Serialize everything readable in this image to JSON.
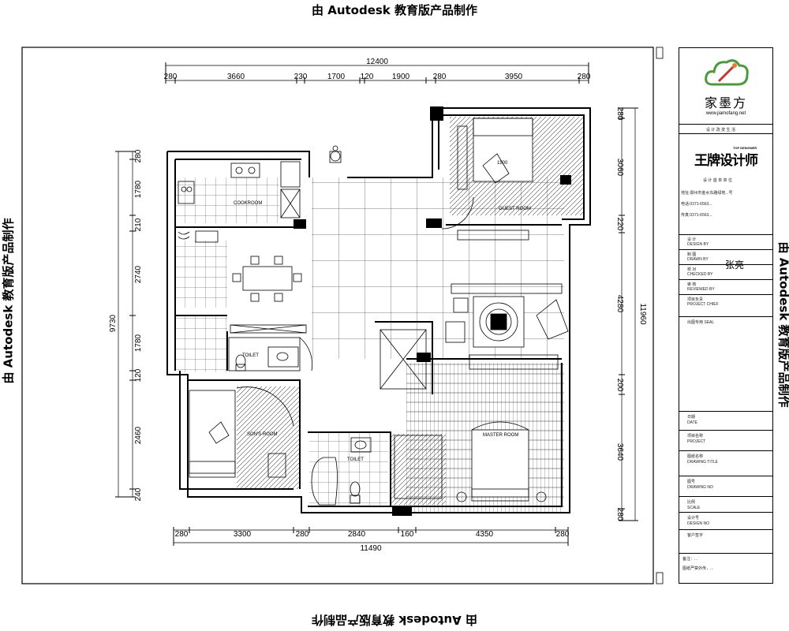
{
  "watermark": "由 Autodesk 教育版产品制作",
  "dimensions": {
    "top_total": "12400",
    "top": [
      "280",
      "3660",
      "230",
      "1700",
      "120",
      "1900",
      "280",
      "3950",
      "280"
    ],
    "bottom_total": "11490",
    "bottom": [
      "280",
      "3300",
      "280",
      "2840",
      "160",
      "4350",
      "280"
    ],
    "left_total": "9730",
    "left": [
      "280",
      "1780",
      "210",
      "2740",
      "1780",
      "120",
      "2460",
      "240"
    ],
    "right_total": "11960",
    "right": [
      "280",
      "3060",
      "220",
      "4280",
      "200",
      "3640",
      "280"
    ]
  },
  "rooms": {
    "cookroom": "COOKROOM",
    "guest_room": "GUEST ROOM",
    "toilet_1": "TOILET",
    "sons_room": "SON'S ROOM",
    "toilet_2": "TOILET",
    "master_room": "MASTER ROOM",
    "bed_size": "1500"
  },
  "title_block": {
    "company": "家墨方",
    "website": "www.jiamofang.net",
    "slogan": "设 计 改 变 生 活",
    "brand": "王牌设计师",
    "brand_sub": "TOP DESIGNER",
    "dept": "设 计 首 单 单 位",
    "address": "地址:郑州市金水东路绿地...号",
    "phone1": "电话:0371-6563...",
    "phone2": "传真:0371-6563...",
    "design_label": "设 计",
    "design_label_en": "DESIGN BY",
    "designer_label": "制 图",
    "designer_label_en": "DRAWN BY",
    "designer": "张亮",
    "check_label": "校 对",
    "check_label_en": "CHECKED BY",
    "review_label": "审 核",
    "review_label_en": "REVIEWED BY",
    "project_label": "项目负责",
    "project_label_en": "PROJECT CHIEF",
    "stamp_label": "出图专用 SEAL",
    "date_label": "日期",
    "date_label_en": "DATE",
    "proj_name_label": "项目名称",
    "proj_name_label_en": "PROJECT",
    "drawing_title_label": "图纸名称",
    "drawing_title_label_en": "DRAWING TITLE",
    "drawing_no_label": "图号",
    "drawing_no_label_en": "DRAWING NO",
    "scale_label": "比例",
    "scale_label_en": "SCALE",
    "design_no_label": "设计号",
    "design_no_label_en": "DESIGN NO",
    "client_label": "客户签字",
    "note1": "备注：...",
    "note2": "图纸严禁外传，..."
  }
}
